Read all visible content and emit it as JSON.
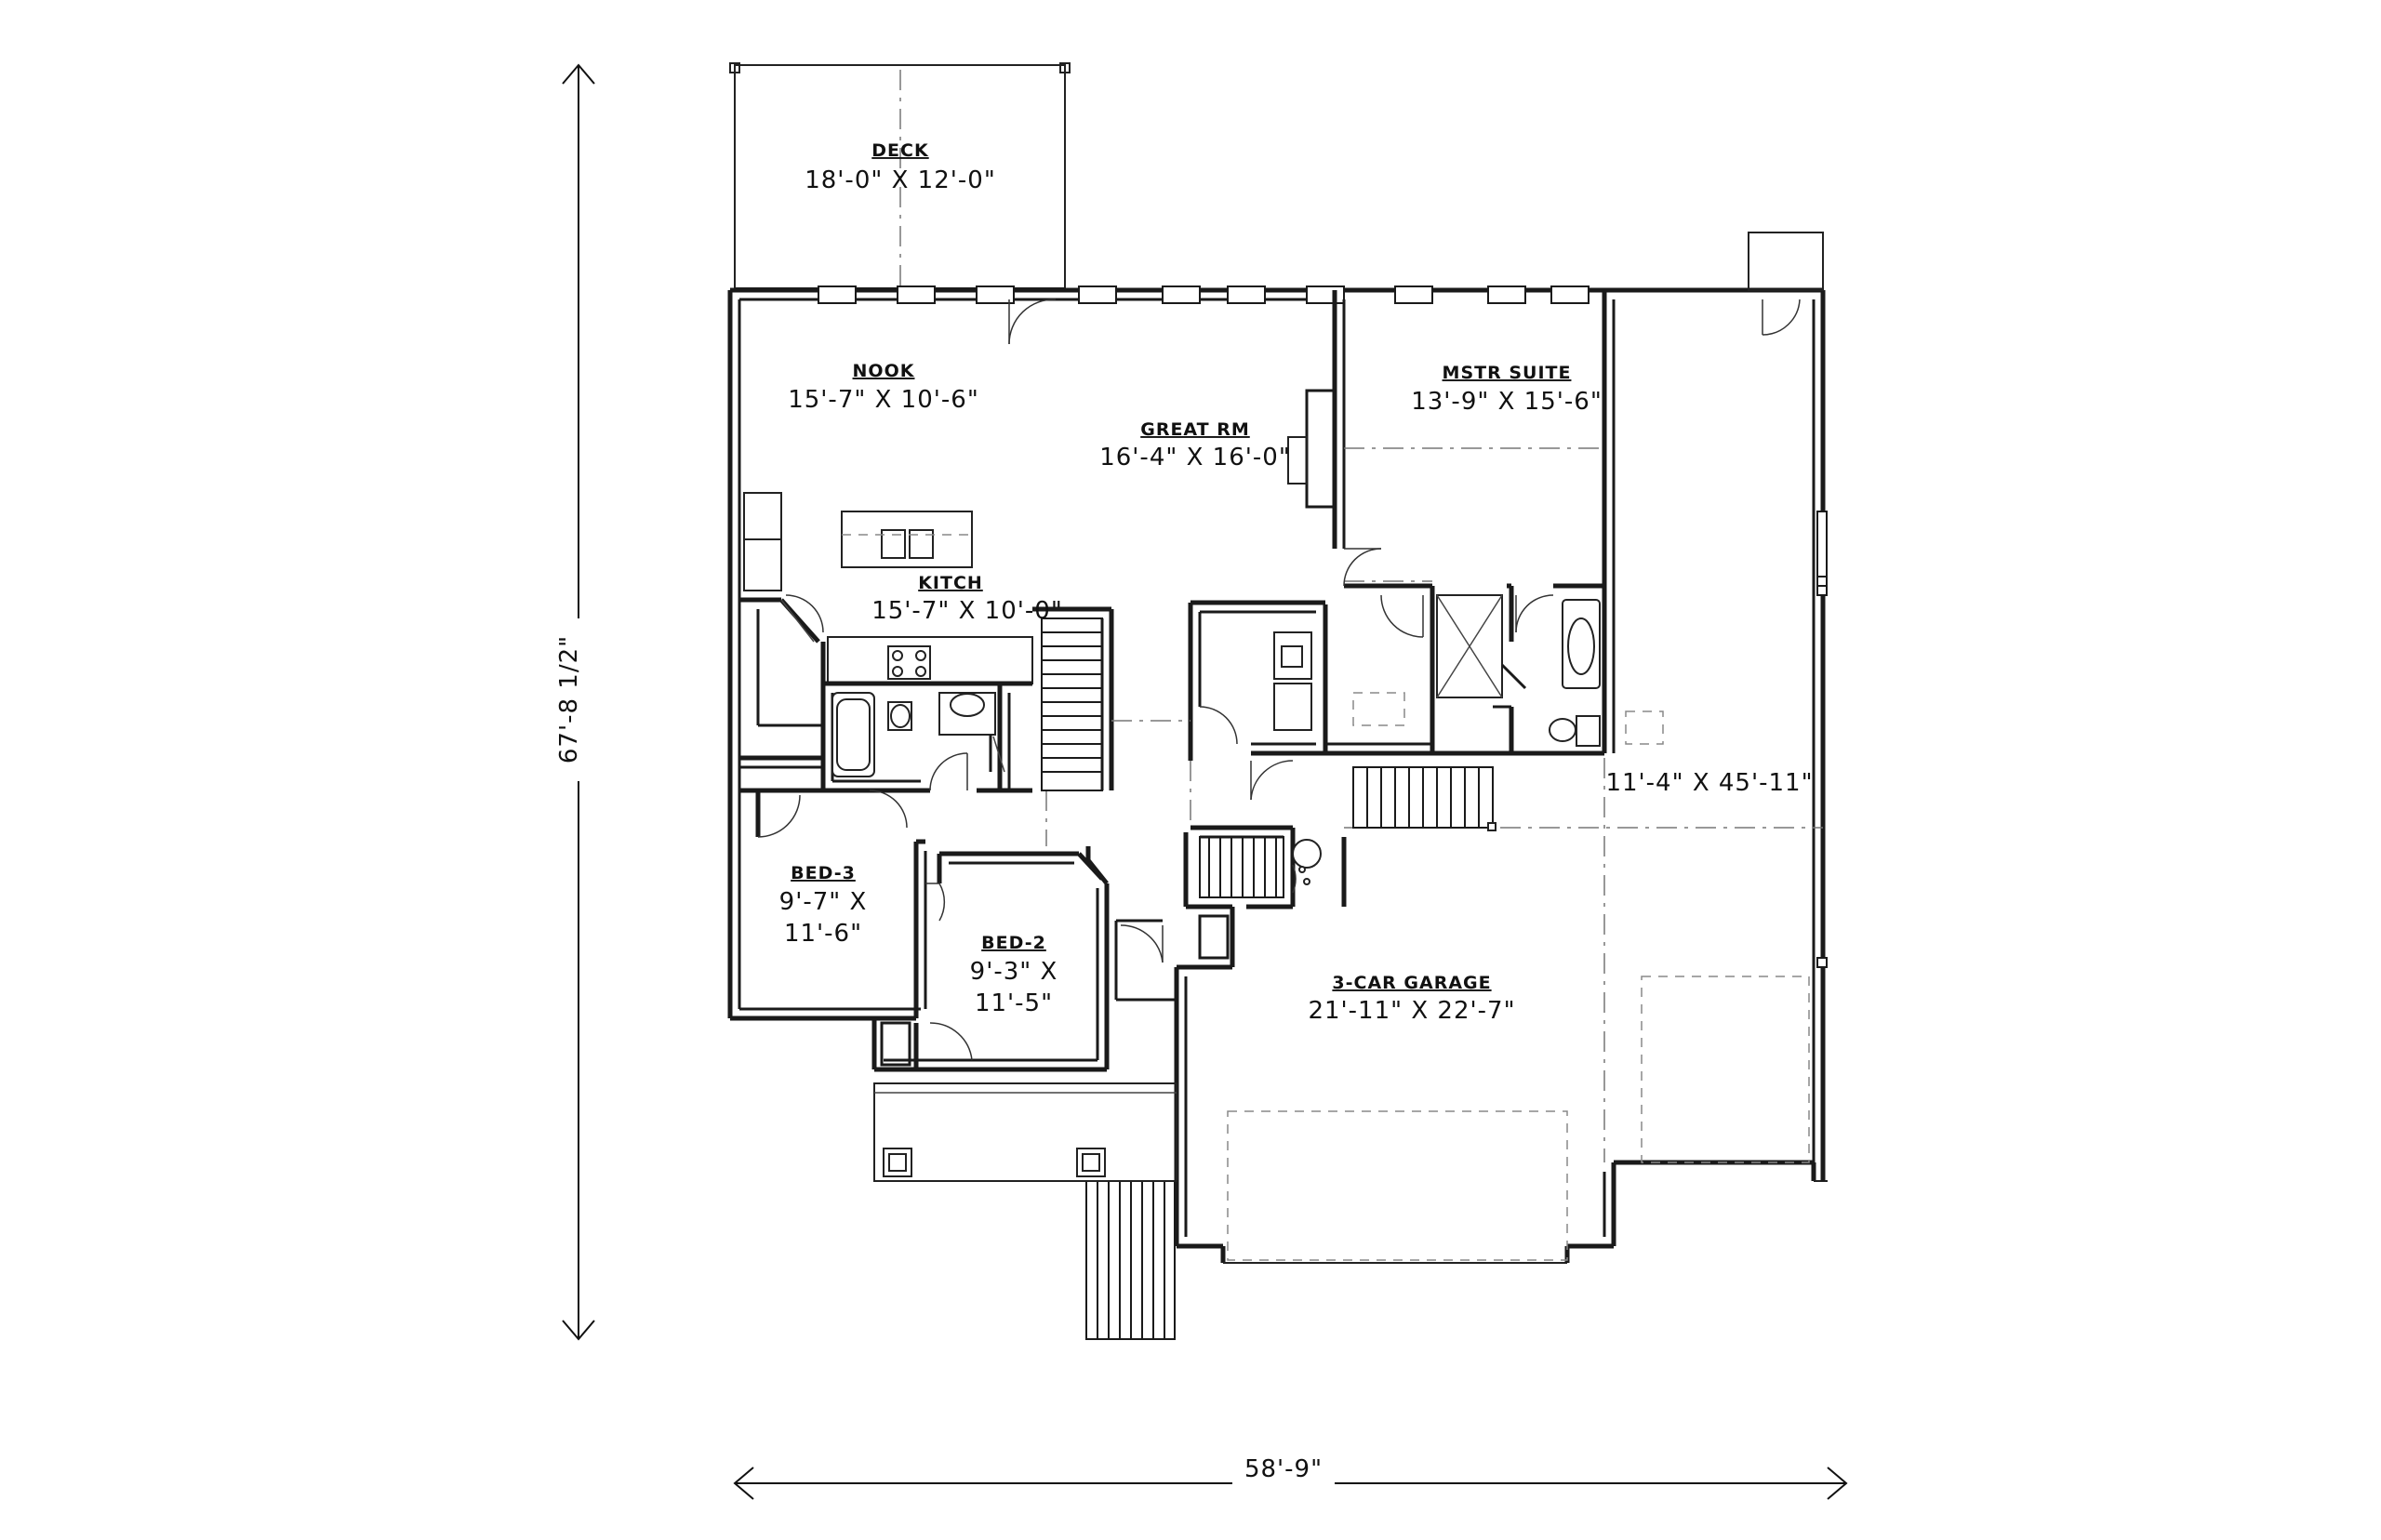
{
  "plan": {
    "rooms": {
      "deck": {
        "name": "DECK",
        "size": "18'-0\" X 12'-0\""
      },
      "nook": {
        "name": "NOOK",
        "size": "15'-7\" X 10'-6\""
      },
      "great_rm": {
        "name": "GREAT RM",
        "size": "16'-4\" X 16'-0\""
      },
      "mstr_suite": {
        "name": "MSTR SUITE",
        "size": "13'-9\" X 15'-6\""
      },
      "kitch": {
        "name": "KITCH",
        "size": "15'-7\" X 10'-0\""
      },
      "garage_rv": {
        "name": "",
        "size": "11'-4\" X 45'-11\""
      },
      "bed_3": {
        "name": "BED-3",
        "size_line1": "9'-7\" X",
        "size_line2": "11'-6\""
      },
      "bed_2": {
        "name": "BED-2",
        "size_line1": "9'-3\" X",
        "size_line2": "11'-5\""
      },
      "garage": {
        "name": "3-CAR GARAGE",
        "size": "21'-11\" X 22'-7\""
      }
    },
    "overall": {
      "width": "58'-9\"",
      "depth": "67'-8 1/2\""
    }
  }
}
